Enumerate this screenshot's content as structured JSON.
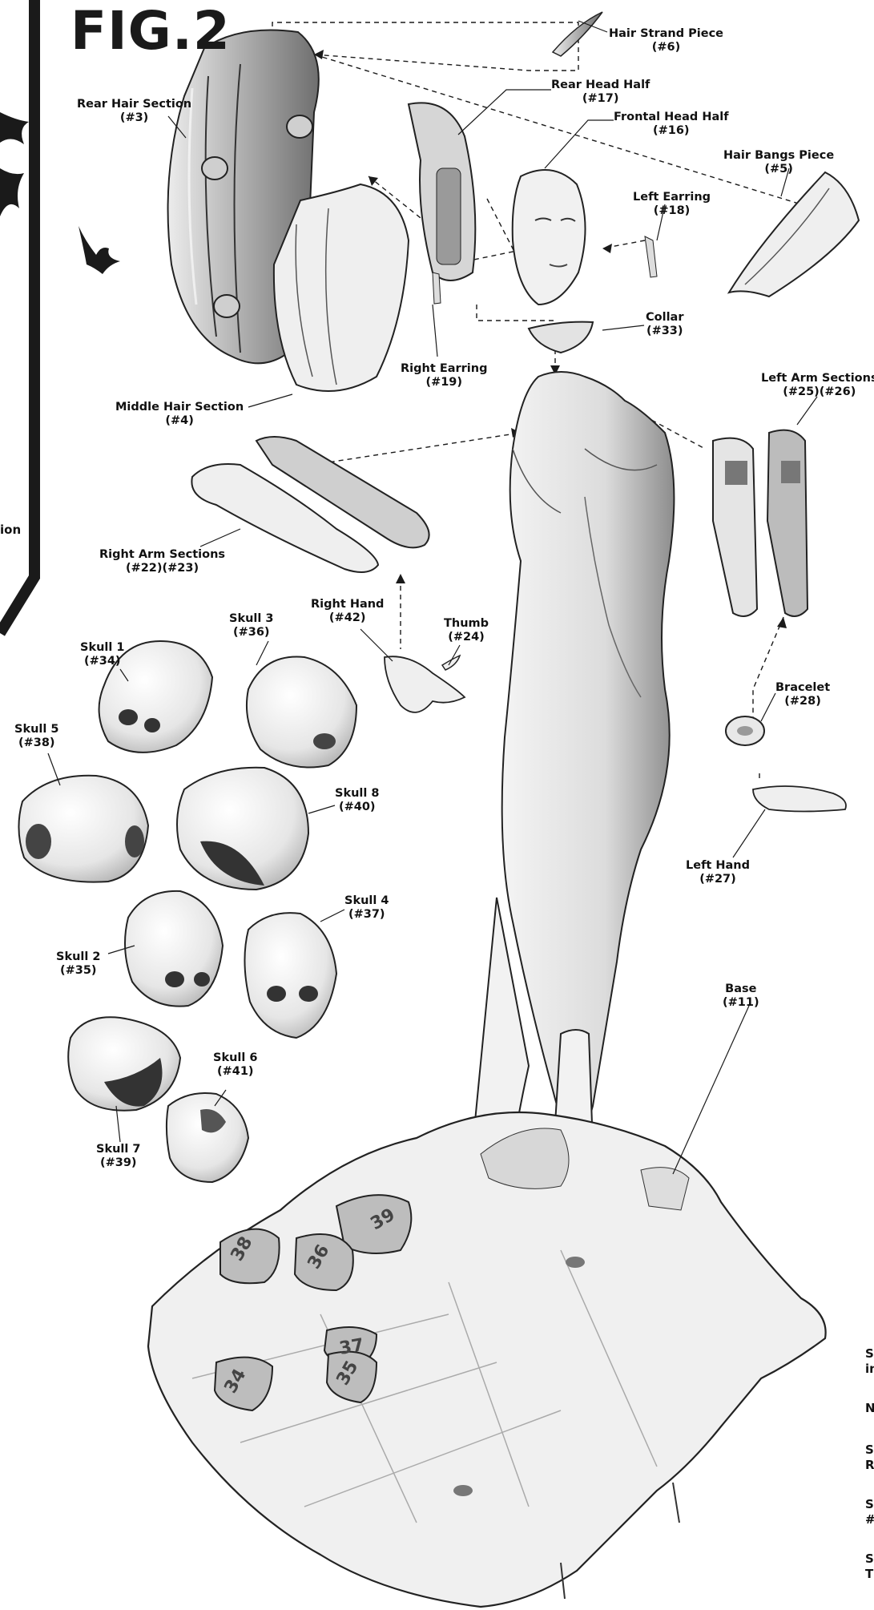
{
  "figure": {
    "title": "FIG.2"
  },
  "callouts": {
    "hair_strand": {
      "name": "Hair Strand Piece",
      "num": "(#6)"
    },
    "rear_head": {
      "name": "Rear Head Half",
      "num": "(#17)"
    },
    "frontal_head": {
      "name": "Frontal Head Half",
      "num": "(#16)"
    },
    "rear_hair": {
      "name": "Rear Hair Section",
      "num": "(#3)"
    },
    "hair_bangs": {
      "name": "Hair Bangs Piece",
      "num": "(#5)"
    },
    "left_earring": {
      "name": "Left Earring",
      "num": "(#18)"
    },
    "collar": {
      "name": "Collar",
      "num": "(#33)"
    },
    "right_earring": {
      "name": "Right Earring",
      "num": "(#19)"
    },
    "middle_hair": {
      "name": "Middle Hair Section",
      "num": "(#4)"
    },
    "left_arm": {
      "name": "Left Arm Sections",
      "num": "(#25)(#26)"
    },
    "right_arm": {
      "name": "Right Arm Sections",
      "num": "(#22)(#23)"
    },
    "right_hand": {
      "name": "Right Hand",
      "num": "(#42)"
    },
    "thumb": {
      "name": "Thumb",
      "num": "(#24)"
    },
    "skull_1": {
      "name": "Skull 1",
      "num": "(#34)"
    },
    "skull_3": {
      "name": "Skull 3",
      "num": "(#36)"
    },
    "skull_5": {
      "name": "Skull 5",
      "num": "(#38)"
    },
    "skull_8": {
      "name": "Skull 8",
      "num": "(#40)"
    },
    "bracelet": {
      "name": "Bracelet",
      "num": "(#28)"
    },
    "left_hand": {
      "name": "Left Hand",
      "num": "(#27)"
    },
    "skull_4": {
      "name": "Skull 4",
      "num": "(#37)"
    },
    "skull_2": {
      "name": "Skull 2",
      "num": "(#35)"
    },
    "base": {
      "name": "Base",
      "num": "(#11)"
    },
    "skull_6": {
      "name": "Skull 6",
      "num": "(#41)"
    },
    "skull_7": {
      "name": "Skull 7",
      "num": "(#39)"
    }
  },
  "base_socket_numbers": [
    "39",
    "38",
    "36",
    "37",
    "34",
    "35"
  ],
  "edge_fragments": {
    "left": "ion",
    "right_lines": [
      "S",
      "in",
      "N",
      "S",
      "R",
      "S",
      "#",
      "S",
      "T"
    ]
  }
}
